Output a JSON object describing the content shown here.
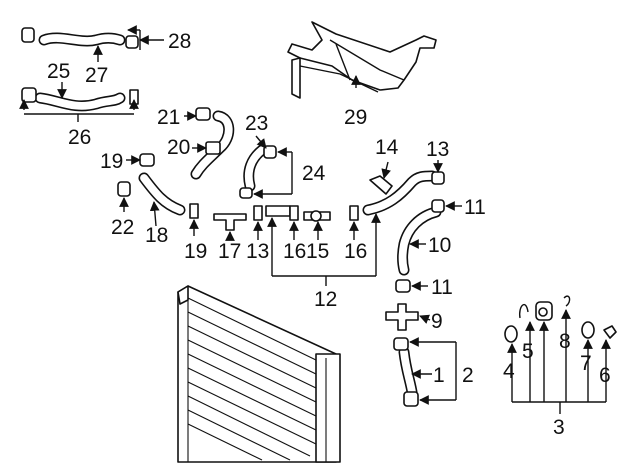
{
  "diagram": {
    "callouts": [
      {
        "id": "c1",
        "text": "1"
      },
      {
        "id": "c2",
        "text": "2"
      },
      {
        "id": "c3",
        "text": "3"
      },
      {
        "id": "c4",
        "text": "4"
      },
      {
        "id": "c5",
        "text": "5"
      },
      {
        "id": "c6",
        "text": "6"
      },
      {
        "id": "c7",
        "text": "7"
      },
      {
        "id": "c8",
        "text": "8"
      },
      {
        "id": "c9",
        "text": "9"
      },
      {
        "id": "c10",
        "text": "10"
      },
      {
        "id": "c11a",
        "text": "11"
      },
      {
        "id": "c11b",
        "text": "11"
      },
      {
        "id": "c12",
        "text": "12"
      },
      {
        "id": "c13a",
        "text": "13"
      },
      {
        "id": "c13b",
        "text": "13"
      },
      {
        "id": "c14",
        "text": "14"
      },
      {
        "id": "c15",
        "text": "15"
      },
      {
        "id": "c16a",
        "text": "16"
      },
      {
        "id": "c16b",
        "text": "16"
      },
      {
        "id": "c17",
        "text": "17"
      },
      {
        "id": "c18",
        "text": "18"
      },
      {
        "id": "c19a",
        "text": "19"
      },
      {
        "id": "c19b",
        "text": "19"
      },
      {
        "id": "c20",
        "text": "20"
      },
      {
        "id": "c21",
        "text": "21"
      },
      {
        "id": "c22",
        "text": "22"
      },
      {
        "id": "c23",
        "text": "23"
      },
      {
        "id": "c24",
        "text": "24"
      },
      {
        "id": "c25",
        "text": "25"
      },
      {
        "id": "c26",
        "text": "26"
      },
      {
        "id": "c27",
        "text": "27"
      },
      {
        "id": "c28",
        "text": "28"
      },
      {
        "id": "c29",
        "text": "29"
      }
    ]
  }
}
